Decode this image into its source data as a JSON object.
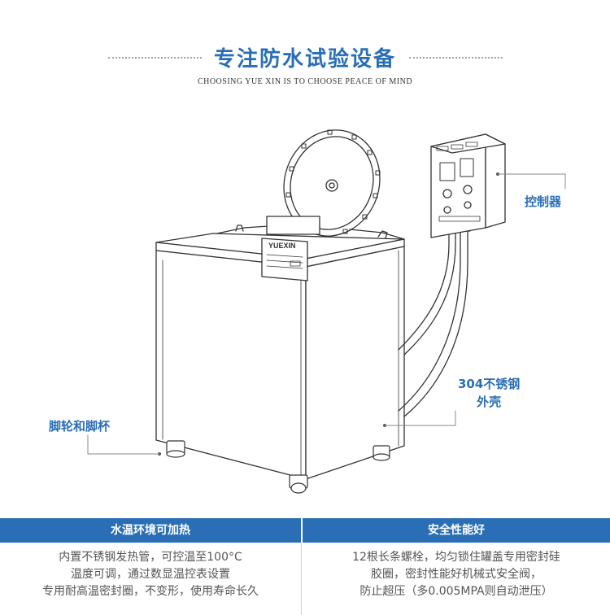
{
  "header": {
    "title": "专注防水试验设备",
    "subtitle": "CHOOSING YUE XIN IS TO CHOOSE PEACE OF MIND"
  },
  "callouts": {
    "controller": "控制器",
    "shell_line1": "304不锈钢",
    "shell_line2": "外壳",
    "caster": "脚轮和脚杯"
  },
  "device": {
    "brand_plate": "YUEXIN"
  },
  "features": [
    {
      "title": "水温环境可加热",
      "lines": [
        "内置不锈钢发热管，可控温至100°C",
        "温度可调，通过数显温控表设置",
        "专用耐高温密封圈，不变形，使用寿命长久"
      ]
    },
    {
      "title": "安全性能好",
      "lines": [
        "12根长条螺栓，均匀锁住罐盖专用密封硅",
        "胶圈，密封性能好机械式安全阀，",
        "防止超压（多0.005MPA则自动泄压）"
      ]
    }
  ],
  "colors": {
    "accent": "#2a6fb5",
    "header_bg": "#2a6fb5",
    "body_text": "#555555"
  }
}
